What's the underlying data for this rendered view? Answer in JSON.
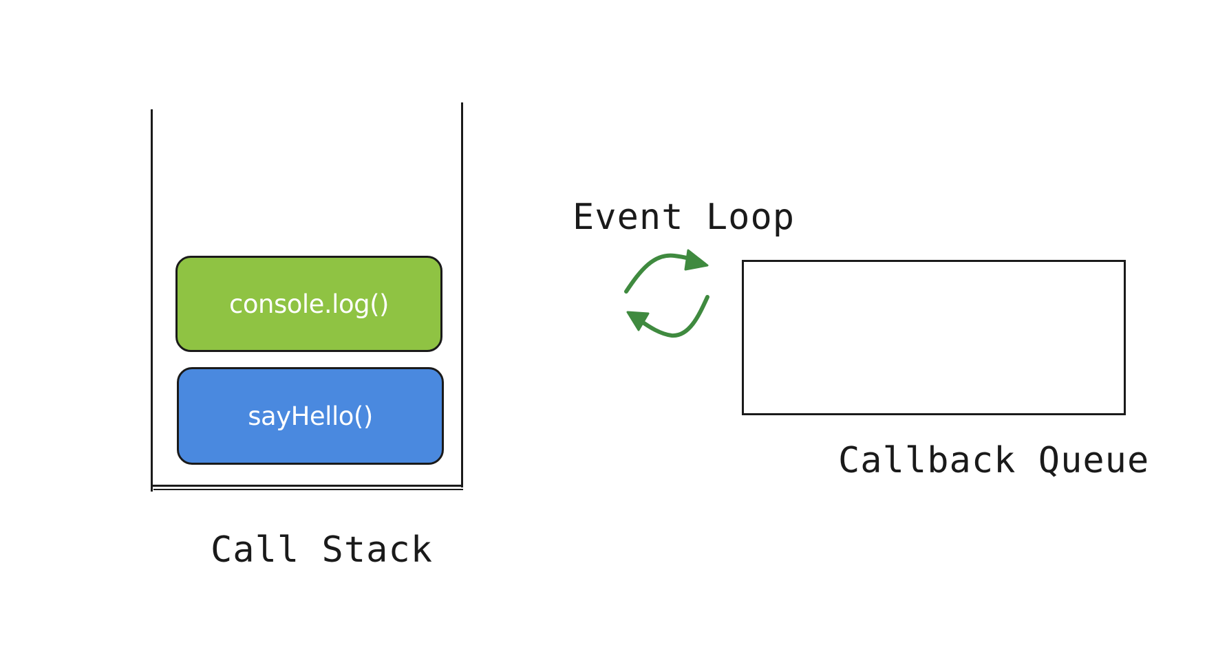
{
  "call_stack": {
    "label": "Call Stack",
    "frames": [
      {
        "label": "console.log()",
        "color": "#8fc343"
      },
      {
        "label": "sayHello()",
        "color": "#4a89df"
      }
    ]
  },
  "event_loop": {
    "label": "Event Loop",
    "icon": "cycle-arrows-icon",
    "color": "#3f8a3f"
  },
  "callback_queue": {
    "label": "Callback Queue"
  }
}
